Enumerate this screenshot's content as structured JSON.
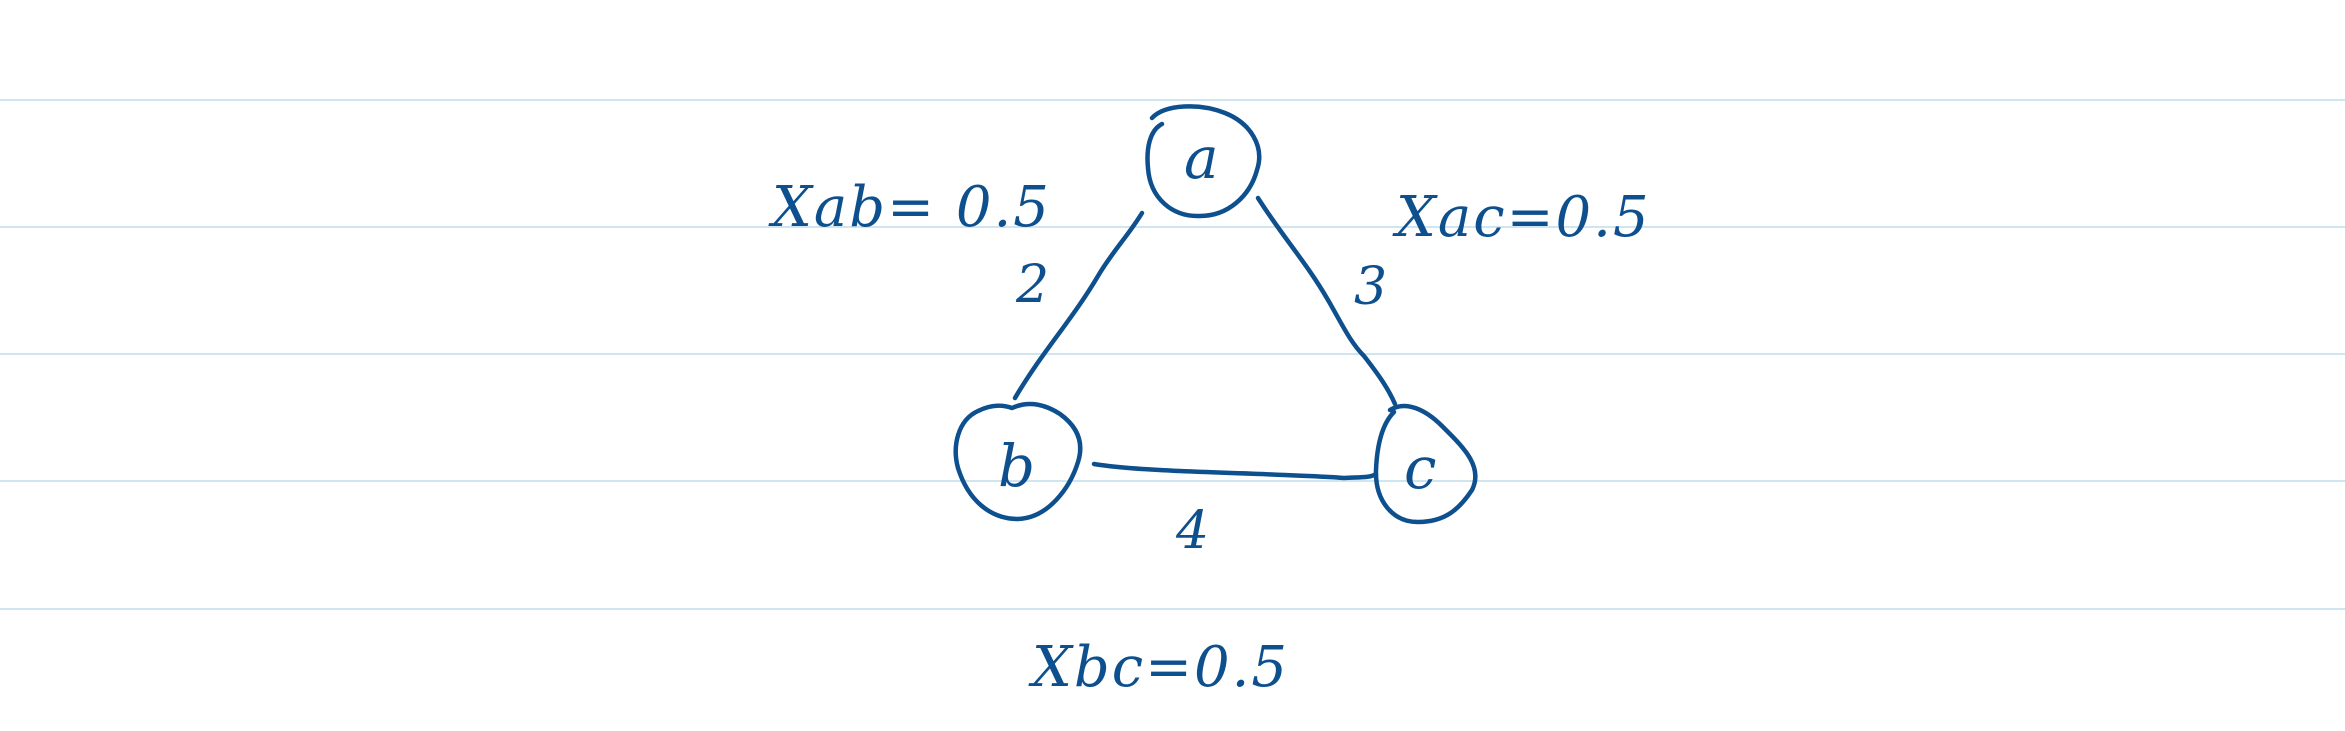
{
  "colors": {
    "ink": "#0e4f8e",
    "rule": "#cfe6f0",
    "paper": "#ffffff"
  },
  "nodes": [
    {
      "id": "a",
      "label": "a"
    },
    {
      "id": "b",
      "label": "b"
    },
    {
      "id": "c",
      "label": "c"
    }
  ],
  "edges": [
    {
      "id": "ab",
      "weight": "2",
      "x_label": "Xab= 0.5"
    },
    {
      "id": "ac",
      "weight": "3",
      "x_label": "Xac=0.5"
    },
    {
      "id": "bc",
      "weight": "4",
      "x_label": "Xbc=0.5"
    }
  ]
}
